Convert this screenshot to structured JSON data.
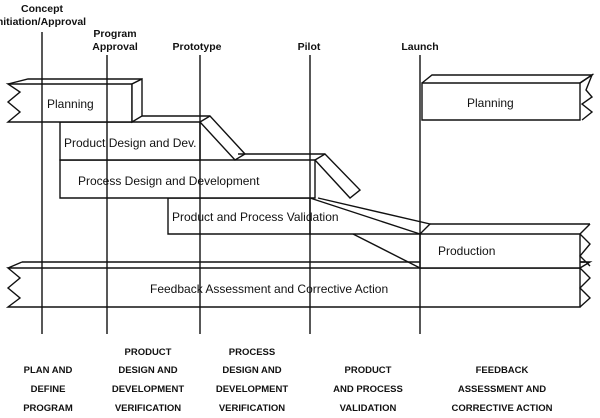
{
  "milestones": [
    {
      "id": "concept",
      "lines": [
        "Concept",
        "Initiation/Approval"
      ]
    },
    {
      "id": "program-approval",
      "lines": [
        "Program",
        "Approval"
      ]
    },
    {
      "id": "prototype",
      "lines": [
        "Prototype"
      ]
    },
    {
      "id": "pilot",
      "lines": [
        "Pilot"
      ]
    },
    {
      "id": "launch",
      "lines": [
        "Launch"
      ]
    }
  ],
  "bars": {
    "planning_left": "Planning",
    "product_design": "Product Design and Dev.",
    "process_design": "Process Design and Development",
    "validation": "Product and Process Validation",
    "planning_right": "Planning",
    "production": "Production",
    "feedback": "Feedback Assessment and Corrective Action"
  },
  "phases": [
    {
      "id": "plan",
      "lines": [
        "PLAN AND",
        "DEFINE",
        "PROGRAM"
      ]
    },
    {
      "id": "product-design",
      "lines": [
        "PRODUCT",
        "DESIGN AND",
        "DEVELOPMENT",
        "VERIFICATION"
      ]
    },
    {
      "id": "process-design",
      "lines": [
        "PROCESS",
        "DESIGN AND",
        "DEVELOPMENT",
        "VERIFICATION"
      ]
    },
    {
      "id": "validation",
      "lines": [
        "PRODUCT",
        "AND PROCESS",
        "VALIDATION"
      ]
    },
    {
      "id": "feedback",
      "lines": [
        "FEEDBACK",
        "ASSESSMENT AND",
        "CORRECTIVE ACTION"
      ]
    }
  ]
}
